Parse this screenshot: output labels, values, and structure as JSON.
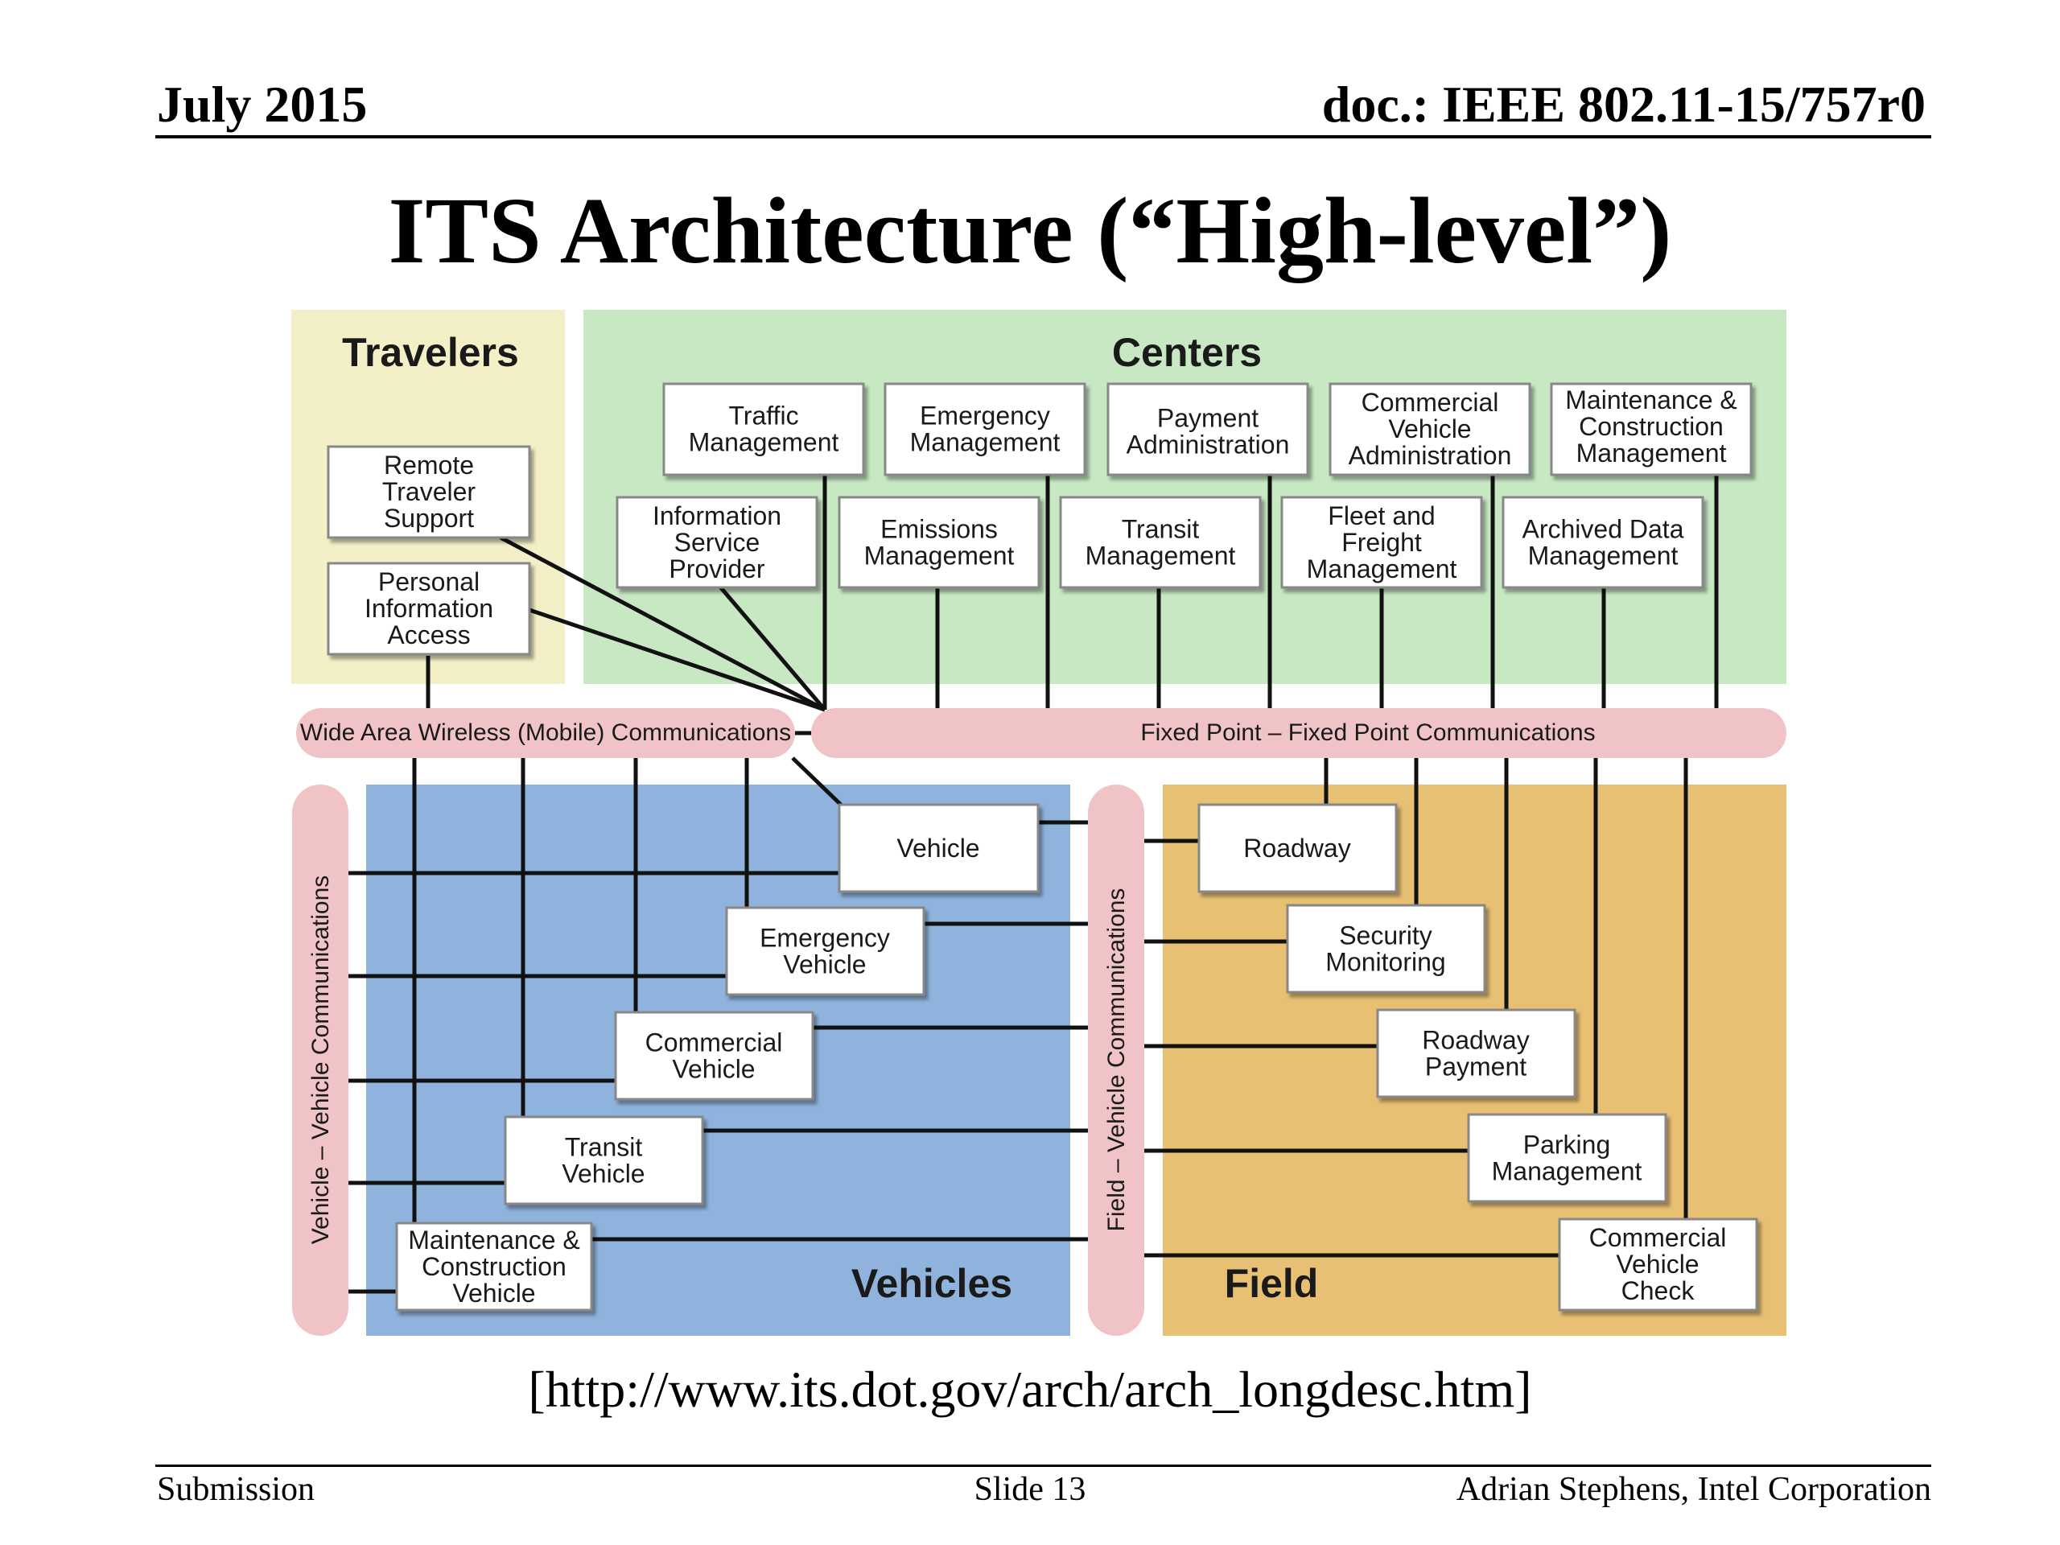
{
  "header": {
    "date": "July 2015",
    "doc_id": "doc.: IEEE 802.11-15/757r0"
  },
  "title": "ITS Architecture (“High-level”)",
  "source_link": "[http://www.its.dot.gov/arch/arch_longdesc.htm]",
  "footer": {
    "left": "Submission",
    "center": "Slide 13",
    "right": "Adrian Stephens, Intel Corporation"
  },
  "colors": {
    "travelers_bg": "#f3f0c8",
    "centers_bg": "#c8e8c4",
    "vehicles_bg": "#8fb3dc",
    "field_bg": "#e8c074",
    "comm_bus": "#f0c4c6",
    "box_fill": "#ffffff"
  },
  "diagram": {
    "regions": {
      "travelers": "Travelers",
      "centers": "Centers",
      "vehicles": "Vehicles",
      "field": "Field"
    },
    "buses": {
      "wide_area": "Wide Area Wireless (Mobile) Communications",
      "fixed_point": "Fixed Point – Fixed Point Communications",
      "vehicle_vehicle": "Vehicle – Vehicle Communications",
      "field_vehicle": "Field – Vehicle Communications"
    },
    "travelers": [
      {
        "id": "rts",
        "lines": [
          "Remote",
          "Traveler",
          "Support"
        ]
      },
      {
        "id": "pia",
        "lines": [
          "Personal",
          "Information",
          "Access"
        ]
      }
    ],
    "centers": [
      {
        "id": "tm",
        "lines": [
          "Traffic",
          "Management"
        ]
      },
      {
        "id": "em",
        "lines": [
          "Emergency",
          "Management"
        ]
      },
      {
        "id": "pa",
        "lines": [
          "Payment",
          "Administration"
        ]
      },
      {
        "id": "cva",
        "lines": [
          "Commercial",
          "Vehicle",
          "Administration"
        ]
      },
      {
        "id": "mcm",
        "lines": [
          "Maintenance &",
          "Construction",
          "Management"
        ]
      },
      {
        "id": "isp",
        "lines": [
          "Information",
          "Service",
          "Provider"
        ]
      },
      {
        "id": "emis",
        "lines": [
          "Emissions",
          "Management"
        ]
      },
      {
        "id": "trm",
        "lines": [
          "Transit",
          "Management"
        ]
      },
      {
        "id": "ffm",
        "lines": [
          "Fleet and",
          "Freight",
          "Management"
        ]
      },
      {
        "id": "adm",
        "lines": [
          "Archived Data",
          "Management"
        ]
      }
    ],
    "vehicles": [
      {
        "id": "veh",
        "lines": [
          "Vehicle"
        ]
      },
      {
        "id": "ev",
        "lines": [
          "Emergency",
          "Vehicle"
        ]
      },
      {
        "id": "cv",
        "lines": [
          "Commercial",
          "Vehicle"
        ]
      },
      {
        "id": "tv",
        "lines": [
          "Transit",
          "Vehicle"
        ]
      },
      {
        "id": "mcv",
        "lines": [
          "Maintenance &",
          "Construction",
          "Vehicle"
        ]
      }
    ],
    "field": [
      {
        "id": "rw",
        "lines": [
          "Roadway"
        ]
      },
      {
        "id": "sm",
        "lines": [
          "Security",
          "Monitoring"
        ]
      },
      {
        "id": "rp",
        "lines": [
          "Roadway",
          "Payment"
        ]
      },
      {
        "id": "pm",
        "lines": [
          "Parking",
          "Management"
        ]
      },
      {
        "id": "cvc",
        "lines": [
          "Commercial",
          "Vehicle",
          "Check"
        ]
      }
    ]
  }
}
